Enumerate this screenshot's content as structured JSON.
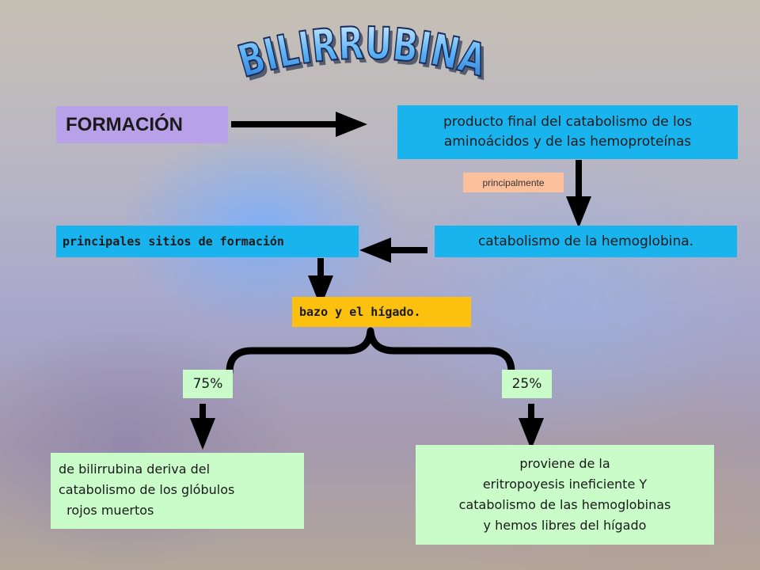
{
  "title": "BILIRRUBINA",
  "nodes": {
    "formacion": "FORMACIÓN",
    "producto": "producto final del catabolismo de los\naminoácidos y de las hemoproteínas",
    "principalmente": "principalmente",
    "catabolismo_hemoglobina": "catabolismo de la hemoglobina.",
    "sitios": "principales sitios de formación",
    "bazo": "bazo y el hígado.",
    "pct_75": "75%",
    "pct_25": "25%",
    "deriva": "de bilirrubina deriva del\ncatabolismo de los glóbulos\n  rojos muertos",
    "proviene": "proviene de la\neritropoyesis ineficiente Y\ncatabolismo de las hemoglobinas\ny hemos libres del hígado"
  },
  "colors": {
    "title_fill": "#5ab3f5",
    "title_stroke": "#1a2a5a",
    "formacion_bg": "#b9a1ea",
    "blue_box_bg": "#19b4ee",
    "principalmente_bg": "#fcc09c",
    "bazo_bg": "#fcc10f",
    "green_box_bg": "#c9fcc9",
    "arrow": "#000000"
  }
}
